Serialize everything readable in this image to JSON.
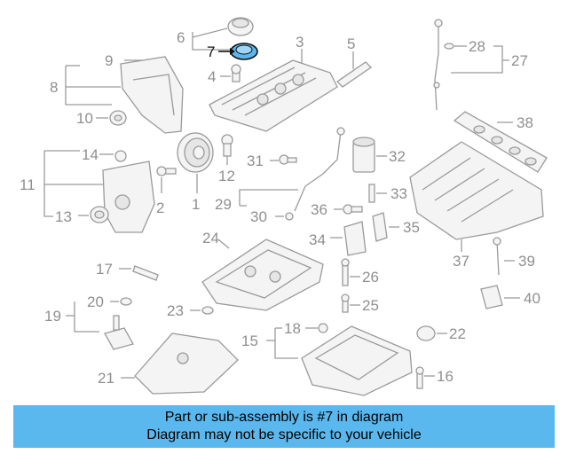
{
  "callouts": {
    "n1": "1",
    "n2": "2",
    "n3": "3",
    "n4": "4",
    "n5": "5",
    "n6": "6",
    "n7": "7",
    "n8": "8",
    "n9": "9",
    "n10": "10",
    "n11": "11",
    "n12": "12",
    "n13": "13",
    "n14": "14",
    "n15": "15",
    "n16": "16",
    "n17": "17",
    "n18": "18",
    "n19": "19",
    "n20": "20",
    "n21": "21",
    "n22": "22",
    "n23": "23",
    "n24": "24",
    "n25": "25",
    "n26": "26",
    "n27": "27",
    "n28": "28",
    "n29": "29",
    "n30": "30",
    "n31": "31",
    "n32": "32",
    "n33": "33",
    "n34": "34",
    "n35": "35",
    "n36": "36",
    "n37": "37",
    "n38": "38",
    "n39": "39",
    "n40": "40"
  },
  "banner": {
    "line1": "Part or sub-assembly is #7 in diagram",
    "line2": "Diagram may not be specific to your vehicle",
    "color": "#5ab8ee"
  },
  "highlight": {
    "part_number": "7",
    "color": "#5ab8ee"
  }
}
